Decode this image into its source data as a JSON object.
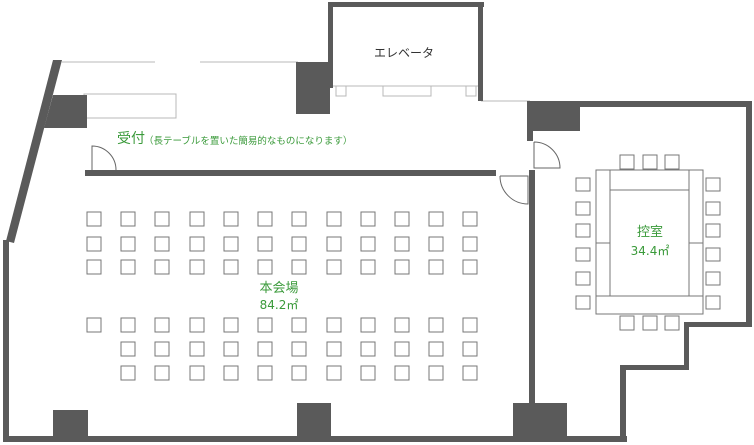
{
  "labels": {
    "elevator": "エレベータ",
    "reception_title": "受付",
    "reception_note": "（長テーブルを置いた簡易的なものになります）",
    "main_hall_name": "本会場",
    "main_hall_area": "84.2㎡",
    "waiting_room_name": "控室",
    "waiting_room_area": "34.4㎡"
  },
  "colors": {
    "wall": "#5a5a5a",
    "label_green": "#3a9a3a",
    "text_dark": "#333333",
    "line_gray": "#b8b8b8"
  }
}
